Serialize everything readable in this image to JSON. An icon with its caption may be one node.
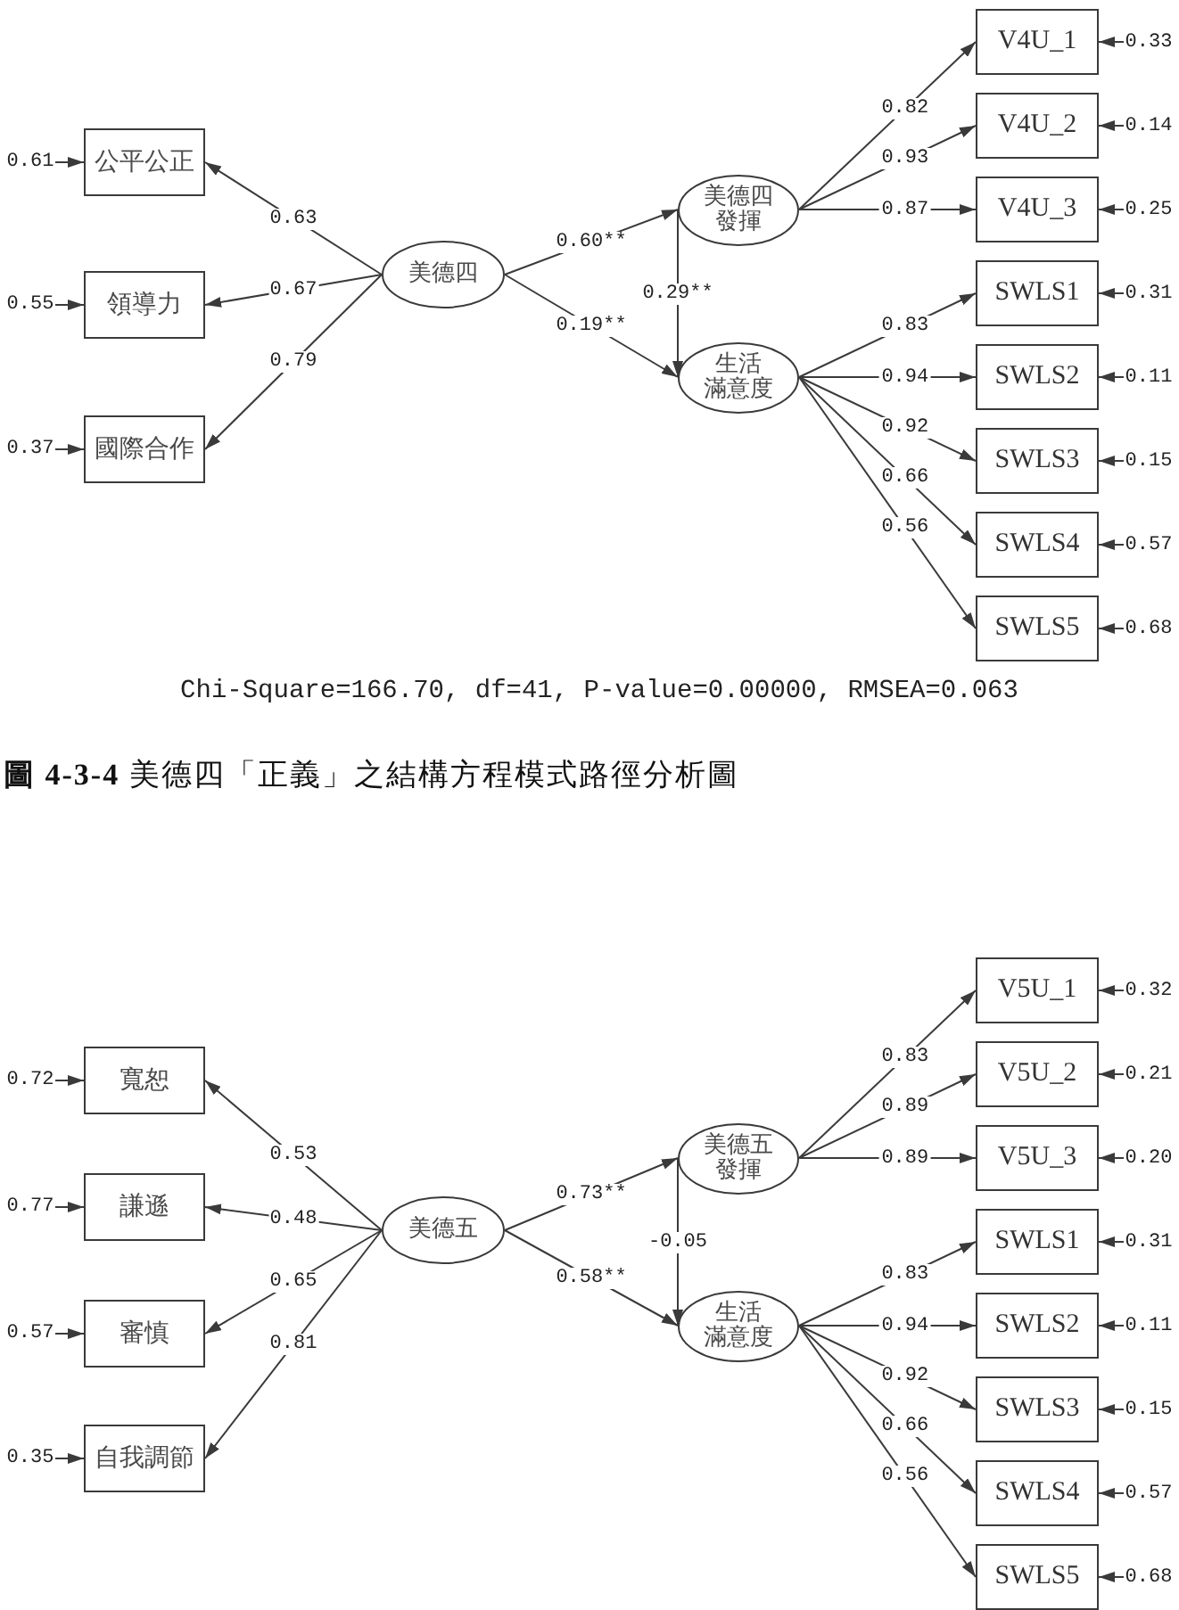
{
  "diagram": {
    "caption": "**圖 4-3-4** 美德四「正義」之結構方程模式路徑分析圖",
    "nodes": [
      {
        "text": [
          "公平公正"
        ]
      },
      {
        "text": [
          "領導力"
        ]
      },
      {
        "text": [
          "國際合作"
        ]
      },
      {
        "text": [
          "美德四"
        ]
      },
      {
        "text": [
          "美德四發揮"
        ]
      },
      {
        "text": [
          "生活滿意度"
        ]
      },
      {
        "text": [
          "V4U_1"
        ]
      },
      {
        "text": [
          "V4U_2"
        ]
      },
      {
        "text": [
          "V4U_3"
        ]
      },
      {
        "text": [
          "SWLS1"
        ]
      },
      {
        "text": [
          "SWLS2"
        ]
      },
      {
        "text": [
          "SWLS3"
        ]
      },
      {
        "text": [
          "SWLS4"
        ]
      },
      {
        "text": [
          "SWLS5"
        ]
      },
      {
        "text": [
          "0.61"
        ]
      },
      {
        "text": [
          "0.55"
        ]
      },
      {
        "text": [
          "0.37"
        ]
      },
      {
        "text": [
          "0.33"
        ]
      },
      {
        "text": [
          "0.14"
        ]
      },
      {
        "text": [
          "0.25"
        ]
      },
      {
        "text": [
          "0.31"
        ]
      },
      {
        "text": [
          "0.11"
        ]
      },
      {
        "text": [
          "0.15"
        ]
      },
      {
        "text": [
          "0.57"
        ]
      },
      {
        "text": [
          "0.68"
        ]
      },
      {
        "text": [
          "寬恕"
        ]
      },
      {
        "text": [
          "謙遜"
        ]
      },
      {
        "text": [
          "審慎"
        ]
      },
      {
        "text": [
          "自我調節"
        ]
      },
      {
        "text": [
          "美德五"
        ]
      },
      {
        "text": [
          "美德五發揮"
        ]
      },
      {
        "text": [
          "生活滿意度"
        ]
      },
      {
        "text": [
          "V5U_1"
        ]
      },
      {
        "text": [
          "V5U_2"
        ]
      },
      {
        "text": [
          "V5U_3"
        ]
      },
      {
        "text": [
          "SWLS1"
        ]
      },
      {
        "text": [
          "SWLS2"
        ]
      },
      {
        "text": [
          "SWLS3"
        ]
      },
      {
        "text": [
          "SWLS4"
        ]
      },
      {
        "text": [
          "SWLS5"
        ]
      },
      {
        "text": [
          "0.72"
        ]
      },
      {
        "text": [
          "0.77"
        ]
      },
      {
        "text": [
          "0.57"
        ]
      },
      {
        "text": [
          "0.35"
        ]
      },
      {
        "text": [
          "0.32"
        ]
      },
      {
        "text": [
          "0.21"
        ]
      },
      {
        "text": [
          "0.20"
        ]
      },
      {
        "text": [
          "0.31"
        ]
      },
      {
        "text": [
          "0.11"
        ]
      },
      {
        "text": [
          "0.15"
        ]
      },
      {
        "text": [
          "0.57"
        ]
      },
      {
        "text": [
          "0.68"
        ]
      }
    ],
    "edges": [
      {
        "from": 3,
        "to": 0,
        "arrow": "to",
        "label": "0.63"
      },
      {
        "from": 3,
        "to": 1,
        "arrow": "to",
        "label": "0.67"
      },
      {
        "from": 3,
        "to": 2,
        "arrow": "to",
        "label": "0.79"
      },
      {
        "from": 3,
        "to": 4,
        "arrow": "to",
        "label": "0.60**"
      },
      {
        "from": 3,
        "to": 5,
        "arrow": "to",
        "label": "0.19**"
      },
      {
        "from": 4,
        "to": 5,
        "arrow": "to",
        "label": "0.29**"
      },
      {
        "from": 4,
        "to": 6,
        "arrow": "to",
        "label": "0.82"
      },
      {
        "from": 4,
        "to": 7,
        "arrow": "to",
        "label": "0.93"
      },
      {
        "from": 4,
        "to": 8,
        "arrow": "to",
        "label": "0.87"
      },
      {
        "from": 5,
        "to": 9,
        "arrow": "to",
        "label": "0.83"
      },
      {
        "from": 5,
        "to": 10,
        "arrow": "to",
        "label": "0.94"
      },
      {
        "from": 5,
        "to": 11,
        "arrow": "to",
        "label": "0.92"
      },
      {
        "from": 5,
        "to": 12,
        "arrow": "to",
        "label": "0.66"
      },
      {
        "from": 5,
        "to": 13,
        "arrow": "to",
        "label": "0.56"
      },
      {
        "from": 14,
        "to": 0,
        "arrow": "to"
      },
      {
        "from": 15,
        "to": 1,
        "arrow": "to"
      },
      {
        "from": 16,
        "to": 2,
        "arrow": "to"
      },
      {
        "from": 17,
        "to": 6,
        "arrow": "to"
      },
      {
        "from": 18,
        "to": 7,
        "arrow": "to"
      },
      {
        "from": 19,
        "to": 8,
        "arrow": "to"
      },
      {
        "from": 20,
        "to": 9,
        "arrow": "to"
      },
      {
        "from": 21,
        "to": 10,
        "arrow": "to"
      },
      {
        "from": 22,
        "to": 11,
        "arrow": "to"
      },
      {
        "from": 23,
        "to": 12,
        "arrow": "to"
      },
      {
        "from": 24,
        "to": 13,
        "arrow": "to"
      },
      {
        "from": 29,
        "to": 25,
        "arrow": "to",
        "label": "0.53"
      },
      {
        "from": 29,
        "to": 26,
        "arrow": "to",
        "label": "0.48"
      },
      {
        "from": 29,
        "to": 27,
        "arrow": "to",
        "label": "0.65"
      },
      {
        "from": 29,
        "to": 28,
        "arrow": "to",
        "label": "0.81"
      },
      {
        "from": 29,
        "to": 30,
        "arrow": "to",
        "label": "0.73**"
      },
      {
        "from": 29,
        "to": 31,
        "arrow": "to",
        "label": "0.58**"
      },
      {
        "from": 30,
        "to": 31,
        "arrow": "to",
        "label": "-0.05"
      },
      {
        "from": 30,
        "to": 32,
        "arrow": "to",
        "label": "0.83"
      },
      {
        "from": 30,
        "to": 33,
        "arrow": "to",
        "label": "0.89"
      },
      {
        "from": 30,
        "to": 34,
        "arrow": "to",
        "label": "0.89"
      },
      {
        "from": 31,
        "to": 35,
        "arrow": "to",
        "label": "0.83"
      },
      {
        "from": 31,
        "to": 36,
        "arrow": "to",
        "label": "0.94"
      },
      {
        "from": 31,
        "to": 37,
        "arrow": "to",
        "label": "0.92"
      },
      {
        "from": 31,
        "to": 38,
        "arrow": "to",
        "label": "0.66"
      },
      {
        "from": 31,
        "to": 39,
        "arrow": "to",
        "label": "0.56"
      },
      {
        "from": 40,
        "to": 25,
        "arrow": "to"
      },
      {
        "from": 41,
        "to": 26,
        "arrow": "to"
      },
      {
        "from": 42,
        "to": 27,
        "arrow": "to"
      },
      {
        "from": 43,
        "to": 28,
        "arrow": "to"
      },
      {
        "from": 44,
        "to": 32,
        "arrow": "to"
      },
      {
        "from": 45,
        "to": 33,
        "arrow": "to"
      },
      {
        "from": 46,
        "to": 34,
        "arrow": "to"
      },
      {
        "from": 47,
        "to": 35,
        "arrow": "to"
      },
      {
        "from": 48,
        "to": 36,
        "arrow": "to"
      },
      {
        "from": 49,
        "to": 37,
        "arrow": "to"
      },
      {
        "from": 50,
        "to": 38,
        "arrow": "to"
      },
      {
        "from": 51,
        "to": 39,
        "arrow": "to"
      }
    ],
    "labels": [
      "Chi-Square=166.70, df=41, P-value=0.00000, RMSEA=0.063"
    ]
  }
}
